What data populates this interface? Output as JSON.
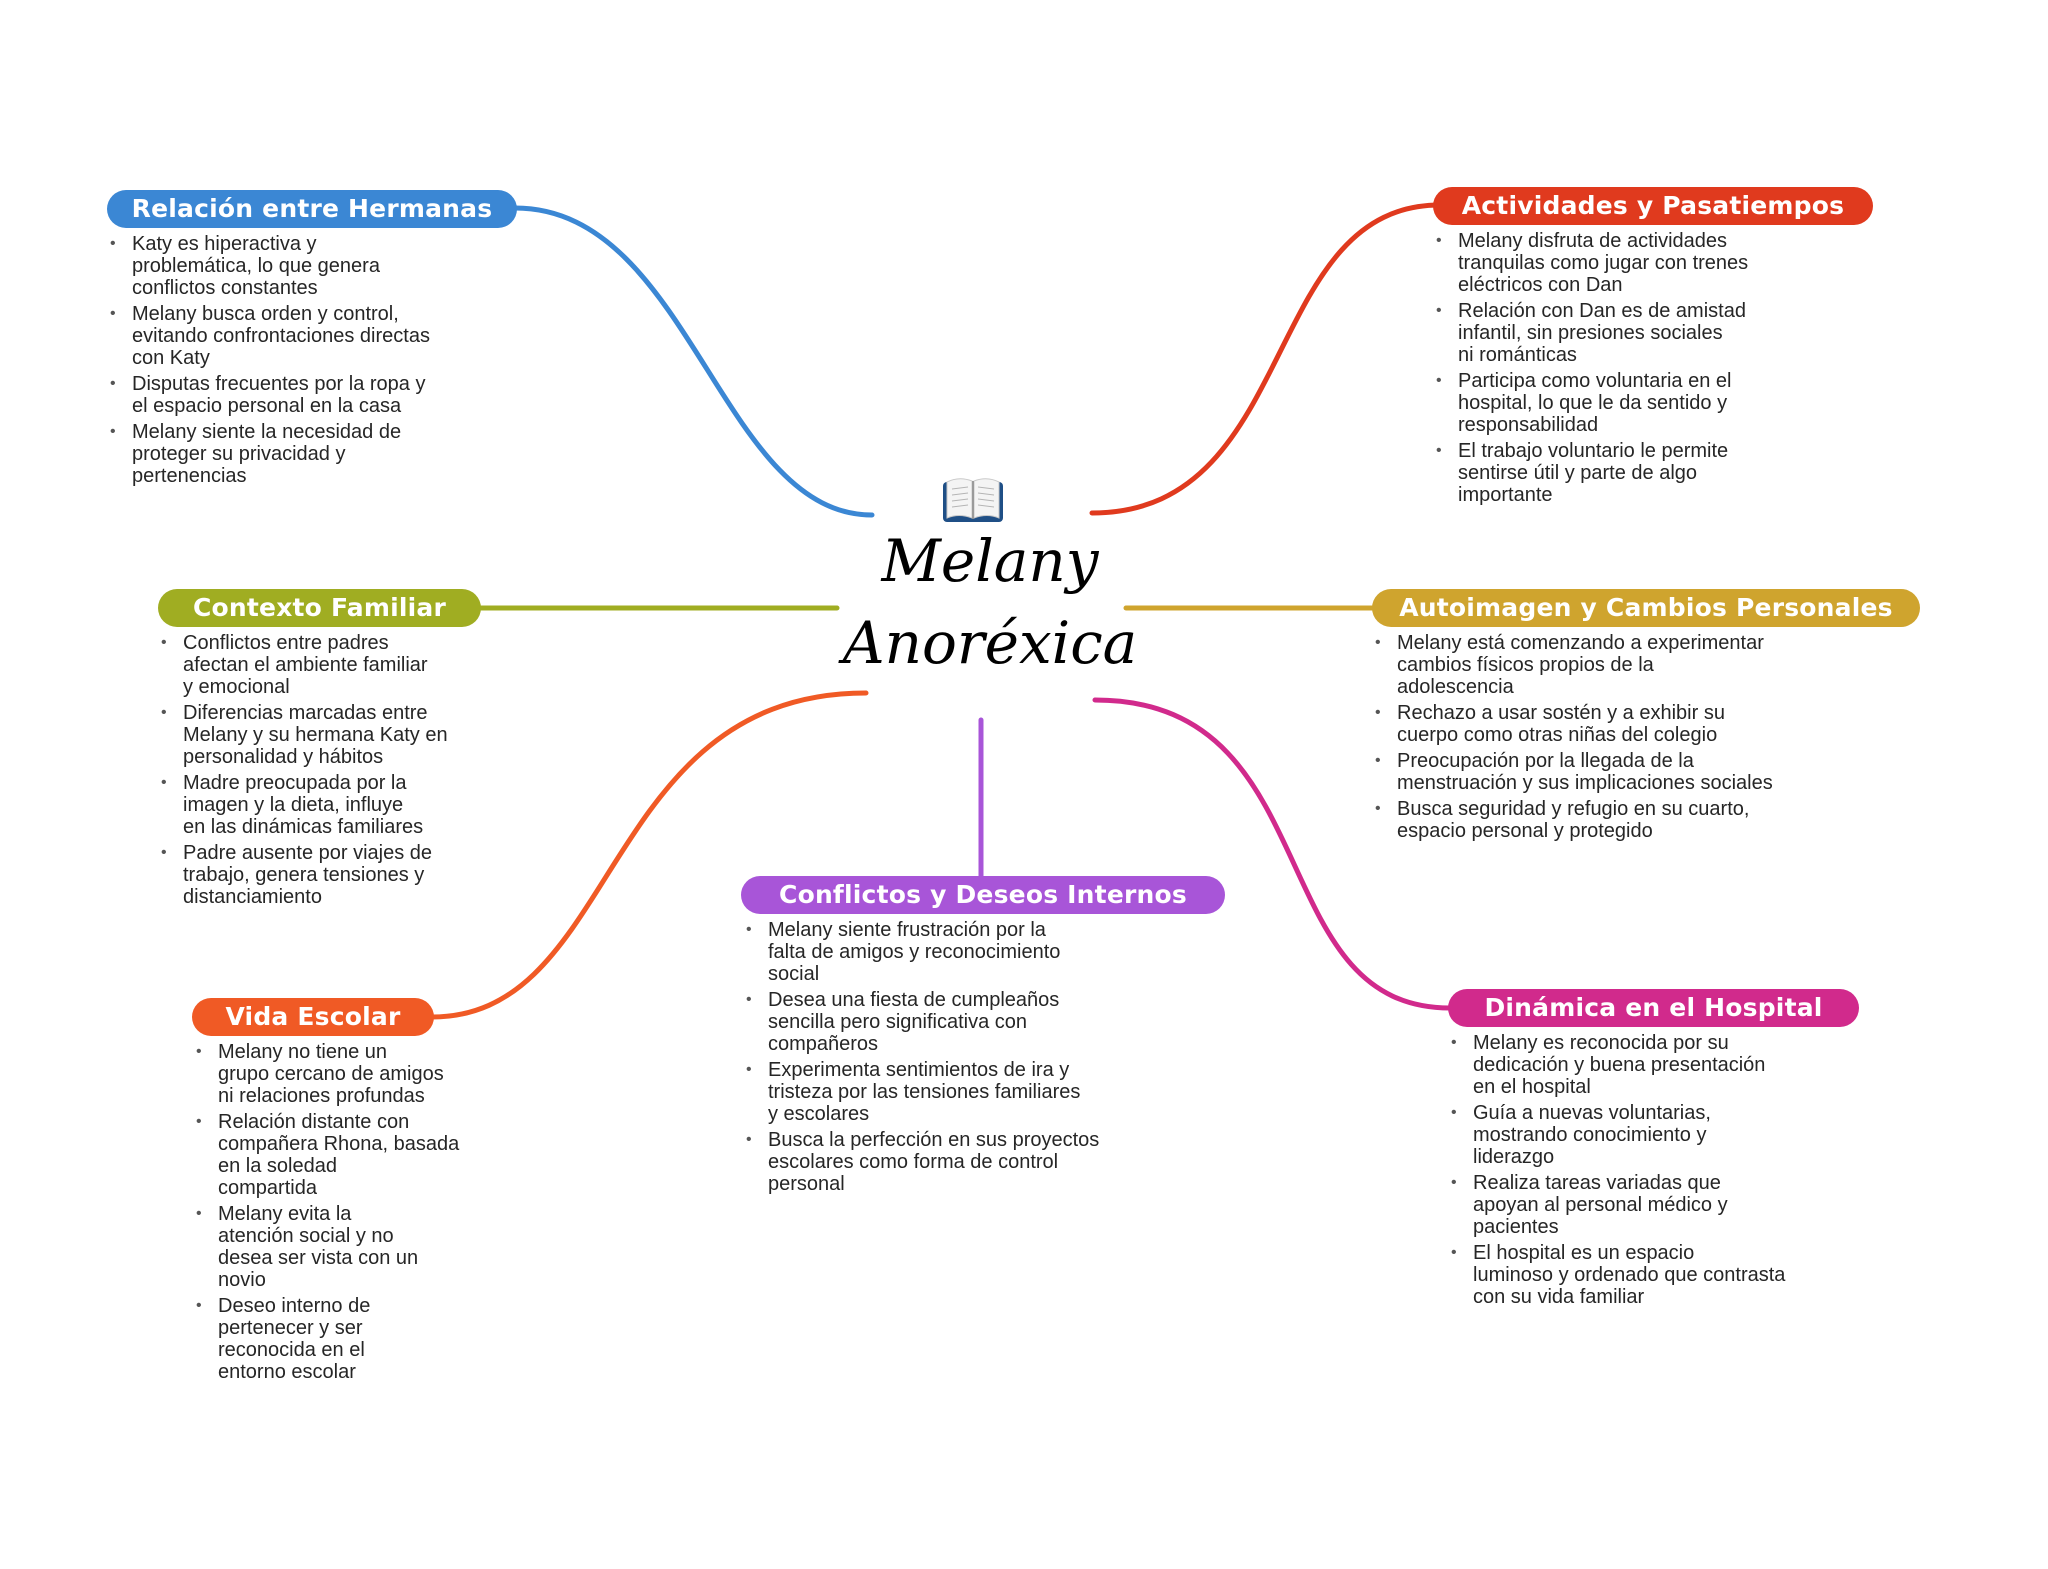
{
  "center": {
    "icon": "open-book-icon",
    "title_line1": "Melany",
    "title_line2": "Anoréxica"
  },
  "branches": {
    "relacion": {
      "title": "Relación entre Hermanas",
      "color": "#3b87d4",
      "items": [
        "Katy es hiperactiva y\nproblemática, lo que genera\nconflictos constantes",
        "Melany busca orden y control,\nevitando confrontaciones directas\ncon Katy",
        "Disputas frecuentes por la ropa y\nel espacio personal en la casa",
        "Melany siente la necesidad de\nproteger su privacidad y\npertenencias"
      ]
    },
    "contexto": {
      "title": "Contexto Familiar",
      "color": "#a0ad22",
      "items": [
        "Conflictos entre padres\nafectan el ambiente familiar\ny emocional",
        "Diferencias marcadas entre\nMelany y su hermana Katy en\npersonalidad y hábitos",
        "Madre preocupada por la\nimagen y la dieta, influye\nen las dinámicas familiares",
        "Padre ausente por viajes de\ntrabajo, genera tensiones y\ndistanciamiento"
      ]
    },
    "escolar": {
      "title": "Vida Escolar",
      "color": "#f05a25",
      "items": [
        "Melany no tiene un\ngrupo cercano de amigos\nni relaciones profundas",
        "Relación distante con\ncompañera Rhona, basada\nen la soledad\ncompartida",
        "Melany evita la\natención social y no\ndesea ser vista con un\nnovio",
        "Deseo interno de\npertenecer y ser\nreconocida en el\nentorno escolar"
      ]
    },
    "conflictos": {
      "title": "Conflictos y Deseos Internos",
      "color": "#a855d8",
      "items": [
        "Melany siente frustración por la\nfalta de amigos y reconocimiento\nsocial",
        "Desea una fiesta de cumpleaños\nsencilla pero significativa con\ncompañeros",
        "Experimenta sentimientos de ira y\ntristeza por las tensiones familiares\ny escolares",
        "Busca la perfección en sus proyectos\nescolares como forma de control\npersonal"
      ]
    },
    "actividades": {
      "title": "Actividades y Pasatiempos",
      "color": "#e03a1e",
      "items": [
        "Melany disfruta de actividades\ntranquilas como jugar con trenes\neléctricos con Dan",
        "Relación con Dan es de amistad\ninfantil, sin presiones sociales\nni románticas",
        "Participa como voluntaria en el\nhospital, lo que le da sentido y\nresponsabilidad",
        "El trabajo voluntario le permite\nsentirse útil y parte de algo\nimportante"
      ]
    },
    "autoimagen": {
      "title": "Autoimagen y Cambios Personales",
      "color": "#cfa42e",
      "items": [
        "Melany está comenzando a experimentar\ncambios físicos propios de la\nadolescencia",
        "Rechazo a usar sostén y a exhibir su\ncuerpo como otras niñas del colegio",
        "Preocupación por la llegada de la\nmenstruación y sus implicaciones sociales",
        "Busca seguridad y refugio en su cuarto,\nespacio personal y protegido"
      ]
    },
    "hospital": {
      "title": "Dinámica en el Hospital",
      "color": "#d12a8c",
      "items": [
        "Melany es reconocida por su\ndedicación y buena presentación\nen el hospital",
        "Guía a nuevas voluntarias,\nmostrando conocimiento y\nliderazgo",
        "Realiza tareas variadas que\napoyan al personal médico y\npacientes",
        "El hospital es un espacio\nluminoso y ordenado que contrasta\ncon su vida familiar"
      ]
    }
  }
}
